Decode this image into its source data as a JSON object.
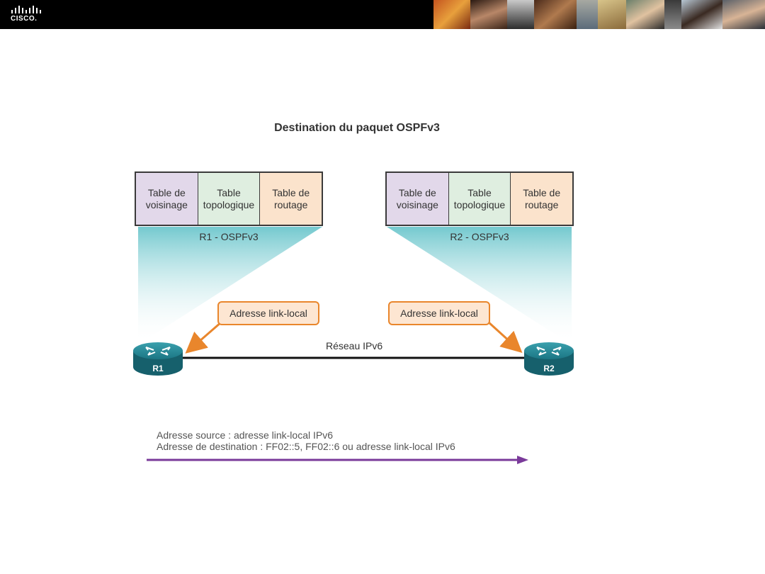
{
  "header": {
    "logo_text": "CISCO."
  },
  "title": "Destination du paquet OSPFv3",
  "routers": [
    {
      "name": "R1",
      "table_label": "R1 - OSPFv3",
      "tables": [
        "Table de voisinage",
        "Table topologique",
        "Table de routage"
      ]
    },
    {
      "name": "R2",
      "table_label": "R2 - OSPFv3",
      "tables": [
        "Table de voisinage",
        "Table topologique",
        "Table de routage"
      ]
    }
  ],
  "callouts": [
    "Adresse link-local",
    "Adresse link-local"
  ],
  "network_label": "Réseau IPv6",
  "packet": {
    "source": "Adresse source : adresse link-local IPv6",
    "destination": "Adresse de destination : FF02::5, FF02::6 ou adresse link-local IPv6"
  },
  "colors": {
    "neighbor_table": "#e2d8ea",
    "topology_table": "#dfeee0",
    "routing_table": "#fbe3cc",
    "callout_border": "#e9862c",
    "router": "#1e7f8e",
    "arrow": "#7a3a9a"
  }
}
